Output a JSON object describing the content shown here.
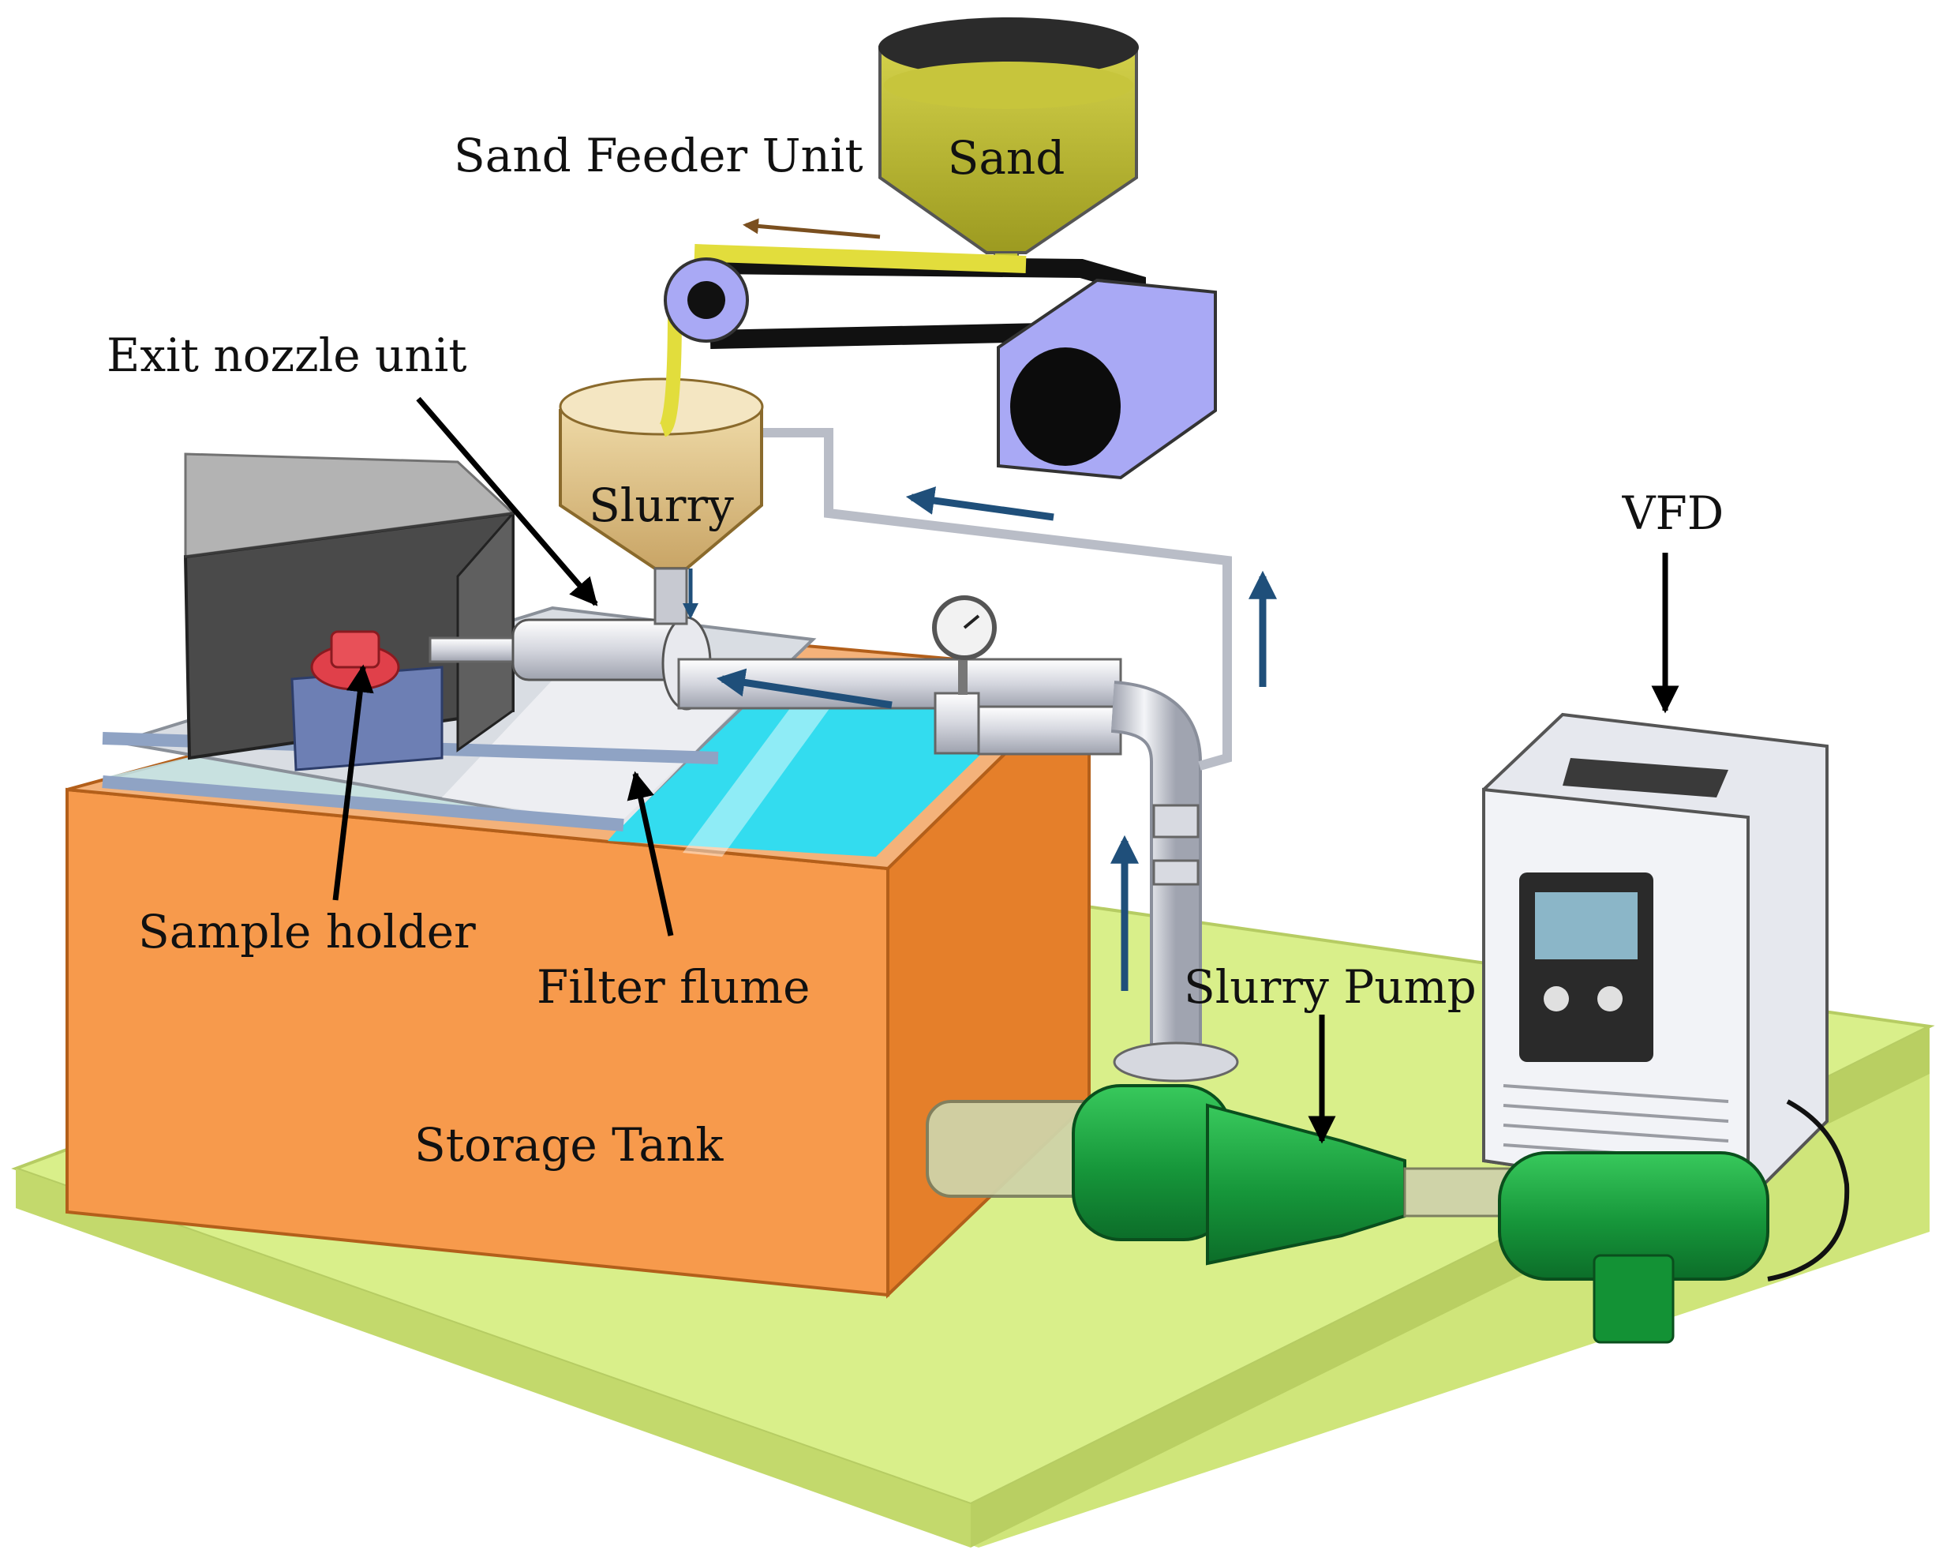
{
  "labels": {
    "sand_feeder_unit": "Sand Feeder Unit",
    "sand": "Sand",
    "exit_nozzle_unit": "Exit nozzle unit",
    "slurry": "Slurry",
    "vfd": "VFD",
    "sample_holder": "Sample holder",
    "filter_flume": "Filter flume",
    "slurry_pump": "Slurry Pump",
    "storage_tank": "Storage Tank"
  },
  "colors": {
    "base_plate": "#d9ef8a",
    "storage_tank": "#f79a4c",
    "tank_water": "#33dcef",
    "sand": "#c6c43a",
    "slurry": "#e6c98c",
    "belt_motor": "#a9a9f5",
    "pump_motor": "#1faa45",
    "flow_arrow": "#1f4f7a",
    "belt_arrow": "#7a4f1f",
    "sample_holder": "#e0404a",
    "vfd_body": "#f2f3f7"
  }
}
